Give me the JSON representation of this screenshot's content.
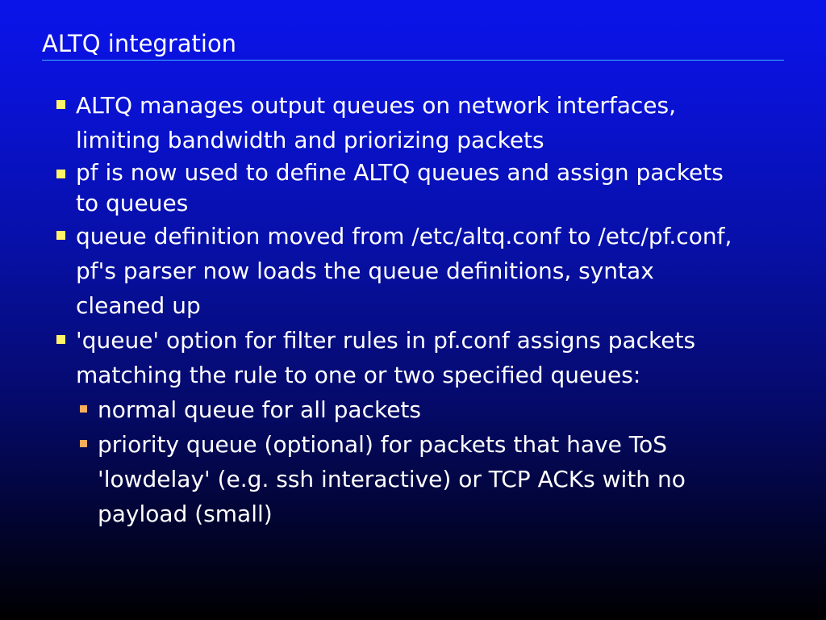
{
  "slide": {
    "title": "ALTQ integration",
    "bullets": [
      {
        "level": 1,
        "lines": [
          "ALTQ manages output queues on network interfaces,",
          "limiting bandwidth and priorizing packets"
        ]
      },
      {
        "level": 1,
        "lines": [
          "pf is now used to define ALTQ queues and assign packets",
          "to queues"
        ]
      },
      {
        "level": 1,
        "lines": [
          "queue definition moved from /etc/altq.conf to /etc/pf.conf,",
          "pf's parser now loads the queue definitions, syntax",
          "cleaned up"
        ]
      },
      {
        "level": 1,
        "lines": [
          "'queue' option for filter rules in pf.conf assigns packets",
          "matching the rule to one or two specified queues:"
        ]
      },
      {
        "level": 2,
        "lines": [
          "normal queue for all packets"
        ]
      },
      {
        "level": 2,
        "lines": [
          "priority queue (optional) for packets that have ToS",
          "'lowdelay' (e.g. ssh interactive) or TCP ACKs with no",
          "payload (small)"
        ]
      }
    ],
    "colors": {
      "bullet_level1": "#fff36a",
      "bullet_level2": "#ffad5c",
      "title_rule": "#3fb3ff",
      "text": "#ffffff"
    }
  }
}
